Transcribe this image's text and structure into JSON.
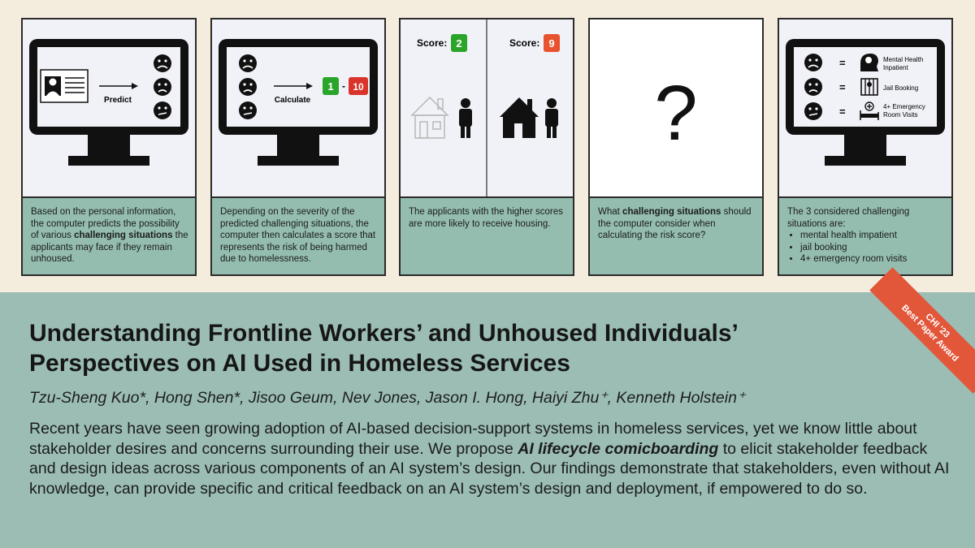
{
  "panels": [
    {
      "art": {
        "arrow_label": "Predict"
      },
      "caption_parts": [
        "Based on the personal information, the computer predicts the possibility of various ",
        "challenging situations",
        " the applicants may face if they remain unhoused."
      ]
    },
    {
      "art": {
        "arrow_label": "Calculate",
        "score_low": "1",
        "score_dash": "-",
        "score_high": "10"
      },
      "caption": "Depending on the severity of the predicted challenging situations, the computer then calculates a score that represents the risk of being harmed due to homelessness."
    },
    {
      "art": {
        "score_label_1": "Score:",
        "score_value_1": "2",
        "score_label_2": "Score:",
        "score_value_2": "9"
      },
      "caption": "The applicants with the higher scores are more likely to receive housing."
    },
    {
      "art": {
        "symbol": "?"
      },
      "caption_parts": [
        "What ",
        "challenging situations",
        " should the computer consider when calculating the risk score?"
      ]
    },
    {
      "art": {
        "equals": "=",
        "row1_line1": "Mental Health",
        "row1_line2": "Inpatient",
        "row2": "Jail Booking",
        "row3_line1": "4+ Emergency",
        "row3_line2": "Room Visits"
      },
      "caption_intro": "The 3 considered challenging situations are:",
      "caption_items": [
        "mental health impatient",
        "jail booking",
        "4+ emergency room visits"
      ]
    }
  ],
  "ribbon": {
    "line1": "CHI '23",
    "line2": "Best Paper Award"
  },
  "paper": {
    "title_line1": "Understanding Frontline Workers’ and Unhoused Individuals’",
    "title_line2": "Perspectives on AI Used in Homeless Services",
    "authors": "Tzu-Sheng Kuo*, Hong Shen*, Jisoo Geum, Nev Jones, Jason I. Hong, Haiyi Zhu⁺, Kenneth Holstein⁺",
    "abstract_before": "Recent years have seen growing adoption of AI-based decision-support systems in homeless services, yet we know little about stakeholder desires and concerns surrounding their use. We propose ",
    "abstract_emphasis": "AI lifecycle comicboarding",
    "abstract_after": " to elicit stakeholder feedback and design ideas across various components of an AI system’s design. Our findings demonstrate that stakeholders, even without AI knowledge, can provide specific and critical feedback on an AI system’s design and deployment, if empowered to do so."
  },
  "colors": {
    "accent_red": "#e2563a",
    "score_green": "#2aa52a",
    "score_red": "#d9342b",
    "caption_bg": "#94bdb0",
    "bottom_bg": "#9bbdb4",
    "top_bg": "#f4ecdd"
  }
}
